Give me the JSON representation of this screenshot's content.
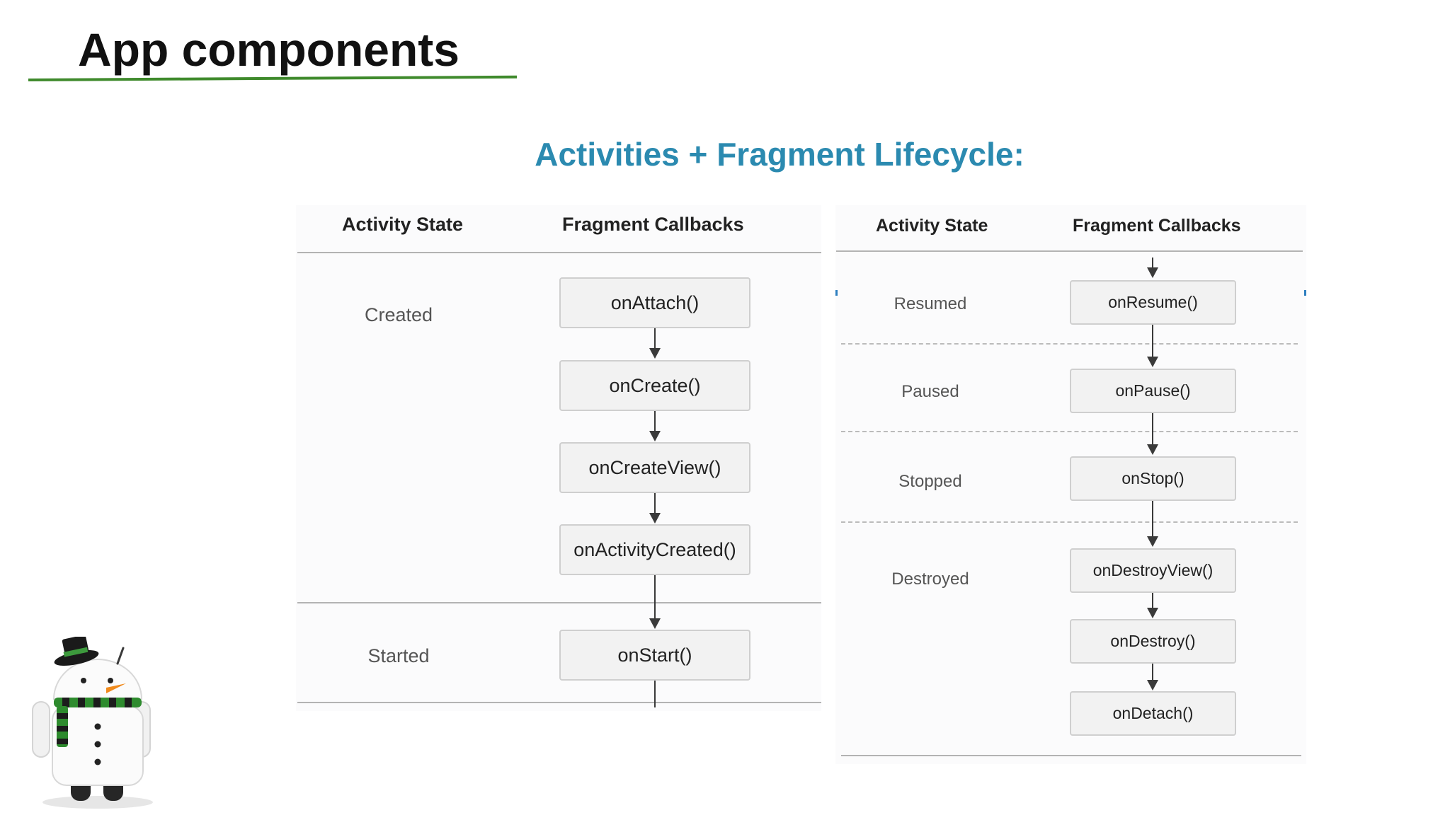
{
  "slide": {
    "title": "App components"
  },
  "diagram": {
    "title": "Activities + Fragment Lifecycle:",
    "left_panel": {
      "header_state": "Activity State",
      "header_callbacks": "Fragment Callbacks",
      "states": [
        "Created",
        "Started"
      ],
      "callbacks": [
        "onAttach()",
        "onCreate()",
        "onCreateView()",
        "onActivityCreated()",
        "onStart()"
      ]
    },
    "right_panel": {
      "header_state": "Activity State",
      "header_callbacks": "Fragment Callbacks",
      "states": [
        "Resumed",
        "Paused",
        "Stopped",
        "Destroyed"
      ],
      "callbacks": [
        "onResume()",
        "onPause()",
        "onStop()",
        "onDestroyView()",
        "onDestroy()",
        "onDetach()"
      ]
    }
  },
  "colors": {
    "title_underline": "#3f8a2c",
    "diagram_title": "#2b8ab0",
    "box_fill": "#f2f2f2",
    "box_border": "#cfcfcf",
    "arrow": "#3a3a3a"
  },
  "icons": {
    "mascot": "android-snowman-icon"
  }
}
